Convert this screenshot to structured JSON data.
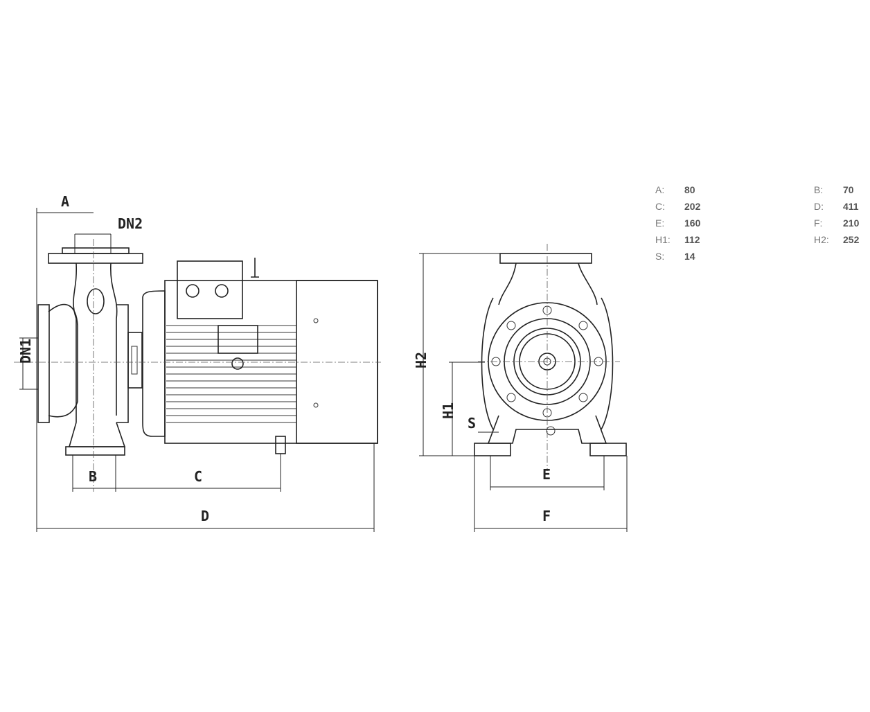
{
  "drawing_labels": {
    "A": "A",
    "DN2": "DN2",
    "DN1": "DN1",
    "B": "B",
    "C": "C",
    "D": "D",
    "H2": "H2",
    "H1": "H1",
    "S": "S",
    "E": "E",
    "F": "F"
  },
  "specs": [
    {
      "key": "A:",
      "value": "80"
    },
    {
      "key": "B:",
      "value": "70"
    },
    {
      "key": "C:",
      "value": "202"
    },
    {
      "key": "D:",
      "value": "411"
    },
    {
      "key": "E:",
      "value": "160"
    },
    {
      "key": "F:",
      "value": "210"
    },
    {
      "key": "H1:",
      "value": "112"
    },
    {
      "key": "H2:",
      "value": "252"
    },
    {
      "key": "S:",
      "value": "14"
    }
  ]
}
